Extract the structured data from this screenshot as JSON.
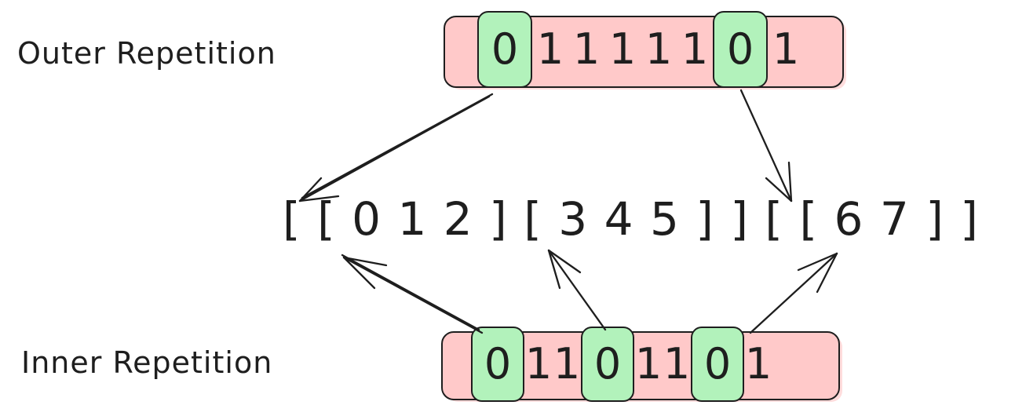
{
  "labels": {
    "outer": "Outer Repetition",
    "inner": "Inner Repetition"
  },
  "outer_array": {
    "values": [
      "0",
      "1",
      "1",
      "1",
      "1",
      "1",
      "0",
      "1"
    ],
    "highlighted_indices": [
      0,
      6
    ]
  },
  "inner_array": {
    "values": [
      "0",
      "1",
      "1",
      "0",
      "1",
      "1",
      "0",
      "1"
    ],
    "highlighted_indices": [
      0,
      3,
      6
    ]
  },
  "expression": "[ [ 0 1 2 ] [ 3 4 5 ] ] [ [ 6 7 ] ]",
  "colors": {
    "stroke": "#1e1e1e",
    "array_fill": "#ffc9c9",
    "highlight_fill": "#b2f2bb",
    "background": "#ffffff"
  }
}
